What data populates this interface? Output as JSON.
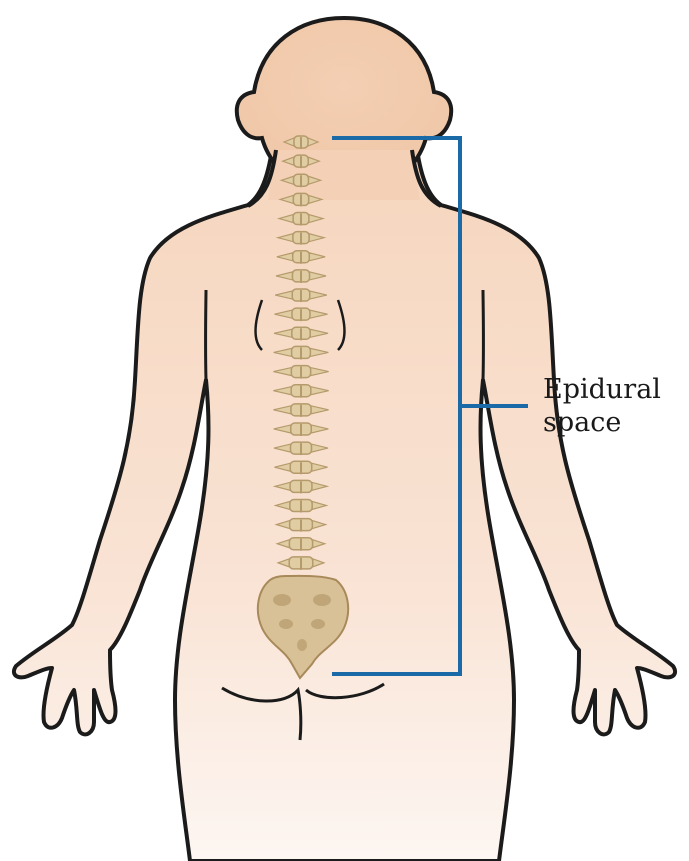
{
  "diagram": {
    "callout": {
      "line1": "Epidural",
      "line2": "space"
    }
  },
  "colors": {
    "skin": "#f7dcc7",
    "outline": "#1b1b1b",
    "bracket": "#1a6aa8",
    "bone": "#e0cda4",
    "bone_dark": "#b59a6b"
  },
  "icons": [
    "body-back-view",
    "spine",
    "sacrum",
    "bracket"
  ]
}
